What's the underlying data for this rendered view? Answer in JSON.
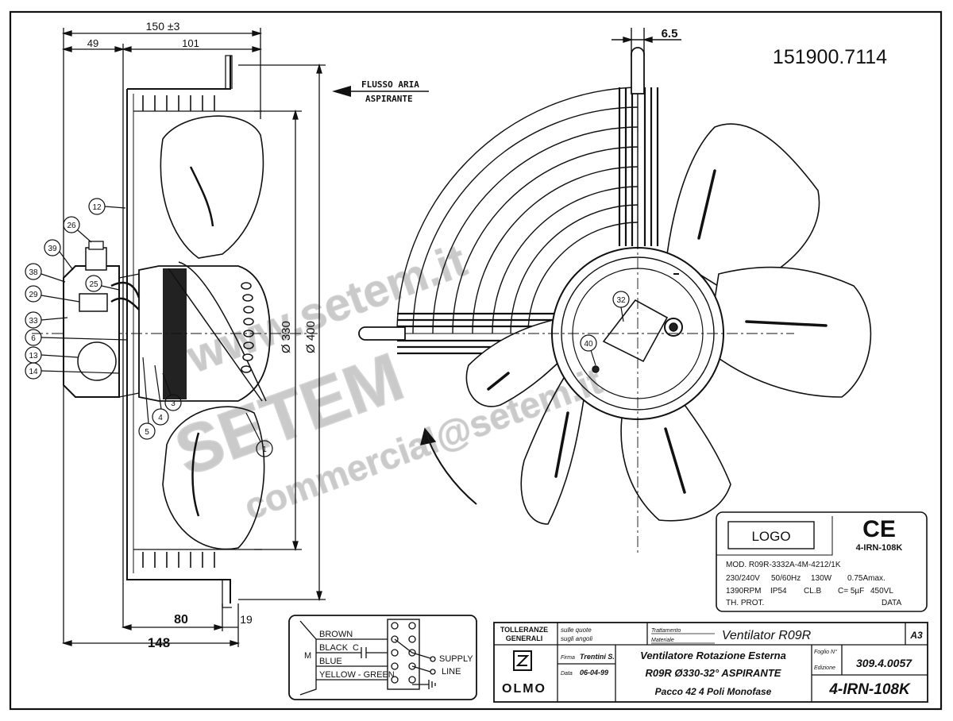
{
  "drawing_number": "151900.7114",
  "side_view": {
    "dim_overall": "150 ±3",
    "dim_left": "49",
    "dim_right": "101",
    "dim_bottom_left": "80",
    "dim_bottom_right": "19",
    "dim_bottom_total": "148",
    "dia_inner": "Ø 330",
    "dia_outer": "Ø 400",
    "airflow_line1": "FLUSSO ARIA",
    "airflow_line2": "ASPIRANTE",
    "callouts": [
      "12",
      "26",
      "39",
      "38",
      "25",
      "29",
      "33",
      "6",
      "13",
      "14",
      "5",
      "4",
      "3",
      "1"
    ]
  },
  "front_view": {
    "dim_top": "6.5",
    "callouts": [
      "32",
      "40"
    ]
  },
  "watermark": {
    "line1": "www.setem.it",
    "line2": "SETEM",
    "line3": "commercial@setem.it"
  },
  "nameplate": {
    "logo": "LOGO",
    "ce": "CE",
    "code": "4-IRN-108K",
    "model": "MOD. R09R-3332A-4M-4212/1K",
    "row1": [
      "230/240V",
      "50/60Hz",
      "130W",
      "0.75Amax."
    ],
    "row2": [
      "1390RPM",
      "IP54",
      "CL.B",
      "C= 5µF",
      "450VL"
    ],
    "th_prot": "TH. PROT.",
    "data": "DATA"
  },
  "wiring": {
    "motor": "M",
    "wires": [
      "BROWN",
      "BLACK",
      "BLUE",
      "YELLOW - GREEN"
    ],
    "cap_label": "C",
    "supply1": "SUPPLY",
    "supply2": "LINE"
  },
  "title_block": {
    "tol_line1": "TOLLERANZE",
    "tol_line2": "GENERALI",
    "tol_q": "sulle quote",
    "tol_a": "sugli angoli",
    "trattamento": "Trattamento",
    "materiale": "Materiale",
    "part_name": "Ventilator R09R",
    "format": "A3",
    "brand": "OLMO",
    "firma_label": "Firma",
    "firma": "Trentini S.",
    "data_label": "Data",
    "data": "06-04-99",
    "desc1": "Ventilatore Rotazione Esterna",
    "desc2": "R09R Ø330-32° ASPIRANTE",
    "desc3": "Pacco 42   4 Poli   Monofase",
    "foglio_label": "Foglio N°",
    "edizione_label": "Edizione",
    "edition": "309.4.0057",
    "drawing_code": "4-IRN-108K"
  }
}
